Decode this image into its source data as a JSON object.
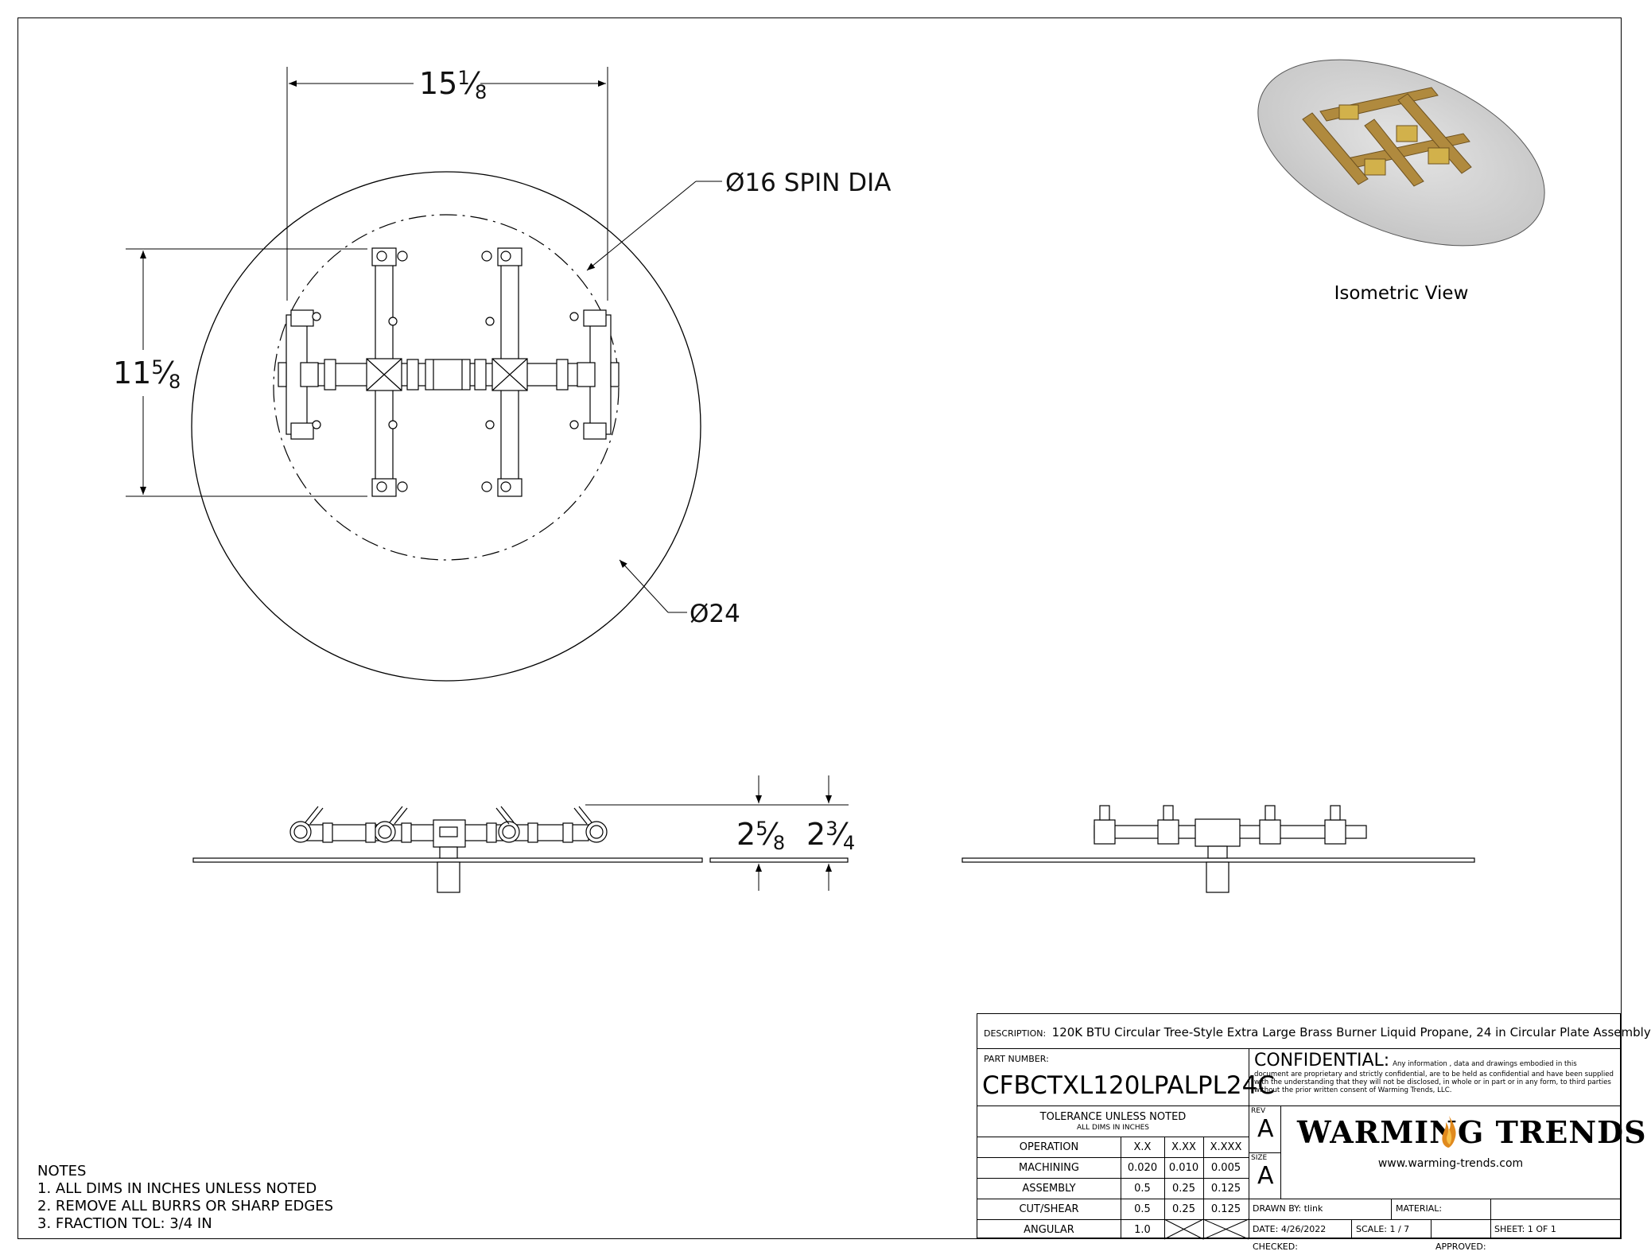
{
  "plan_view": {
    "width_dim_whole": "15",
    "width_dim_num": "1",
    "width_dim_den": "8",
    "height_dim_whole": "11",
    "height_dim_num": "5",
    "height_dim_den": "8",
    "spin_dia_label": "Ø16 SPIN DIA",
    "plate_dia_label": "Ø24"
  },
  "side_view": {
    "dim1_whole": "2",
    "dim1_num": "5",
    "dim1_den": "8",
    "dim2_whole": "2",
    "dim2_num": "3",
    "dim2_den": "4"
  },
  "isometric": {
    "caption": "Isometric View"
  },
  "notes": {
    "title": "NOTES",
    "items": [
      "1. ALL DIMS IN INCHES UNLESS NOTED",
      "2. REMOVE ALL BURRS OR SHARP EDGES",
      "3. FRACTION TOL: 3/4 IN"
    ]
  },
  "title_block": {
    "description_label": "DESCRIPTION:",
    "description": "120K BTU Circular Tree-Style Extra Large Brass Burner Liquid Propane, 24 in Circular Plate Assembly",
    "part_number_label": "PART NUMBER:",
    "part_number": "CFBCTXL120LPALPL24C",
    "confidential_title": "CONFIDENTIAL:",
    "confidential_lead": "Any information , data and drawings embodied in this",
    "confidential_body": "document are proprietary and strictly confidential, are to be held as confidential and have been supplied with the understanding that they will not be disclosed, in whole or in part or in any form, to third parties without the prior written consent of Warming Trends, LLC.",
    "tolerance_title": "TOLERANCE UNLESS NOTED",
    "tolerance_sub": "ALL DIMS IN INCHES",
    "tolerance_headers": [
      "OPERATION",
      "X.X",
      "X.XX",
      "X.XXX"
    ],
    "tolerance_rows": [
      [
        "MACHINING",
        "0.020",
        "0.010",
        "0.005"
      ],
      [
        "ASSEMBLY",
        "0.5",
        "0.25",
        "0.125"
      ],
      [
        "CUT/SHEAR",
        "0.5",
        "0.25",
        "0.125"
      ],
      [
        "ANGULAR",
        "1.0",
        "",
        ""
      ]
    ],
    "rev_label": "REV",
    "rev": "A",
    "size_label": "SIZE",
    "size": "A",
    "logo_text": "WARMING TRENDS",
    "logo_url": "www.warming-trends.com",
    "drawn_by": "DRAWN BY: tlink",
    "material": "MATERIAL:",
    "date": "DATE:   4/26/2022",
    "scale": "SCALE:  1 / 7",
    "sheet": "SHEET:  1    OF    1",
    "checked": "CHECKED:",
    "approved": "APPROVED:"
  },
  "colors": {
    "brass": "#b08a3e",
    "brass_dark": "#6e5220",
    "plate": "#d6d6d6",
    "line": "#000000"
  }
}
